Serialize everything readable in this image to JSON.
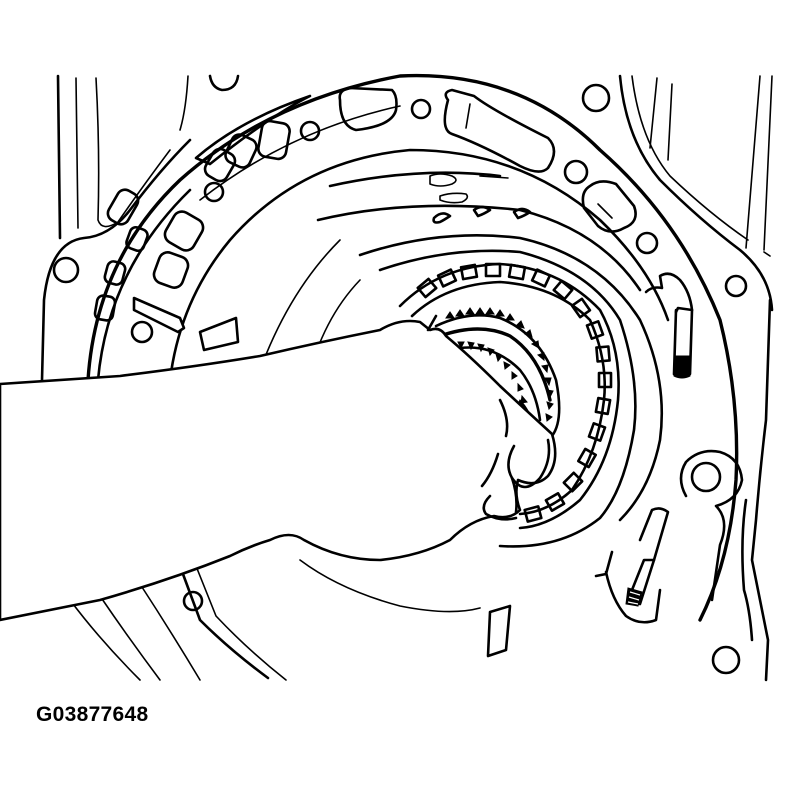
{
  "figure": {
    "id_label": "G03877648",
    "subject": "Hand removing gear from transmission case (technical line illustration)",
    "colors": {
      "line": "#000000",
      "background": "#ffffff"
    }
  },
  "components": [
    {
      "name": "transmission-housing",
      "description": "Outer case with bolt bosses and cast ribs"
    },
    {
      "name": "bearing-retainer-ring",
      "description": "Circular flange with rectangular and round pockets"
    },
    {
      "name": "clutch-drum",
      "description": "Splined drum with rectangular lugs"
    },
    {
      "name": "gear",
      "description": "Toothed gear being lifted out"
    },
    {
      "name": "hand",
      "description": "Technician hand grasping the gear"
    },
    {
      "name": "stud-upper-right",
      "description": "Guide stud with dark tip"
    },
    {
      "name": "stud-lower-right",
      "description": "Threaded stud in boss"
    }
  ]
}
